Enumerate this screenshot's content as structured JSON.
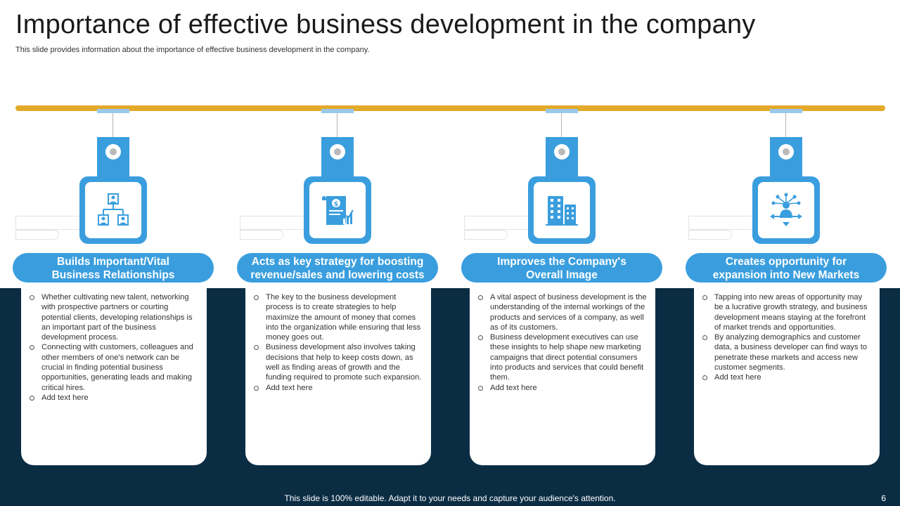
{
  "slide": {
    "title": "Importance of effective business development in the company",
    "subtitle": "This slide provides information about the importance of effective business development in the company.",
    "footer": "This slide is 100% editable. Adapt it to your needs and capture your audience's attention.",
    "page_number": "6"
  },
  "colors": {
    "accent_blue": "#3a9ede",
    "rail_gold": "#e2a92a",
    "navy_band": "#0b2d44"
  },
  "columns": [
    {
      "icon": "org-chart-icon",
      "heading_line1": "Builds Important/Vital",
      "heading_line2": "Business Relationships",
      "bullets": [
        "Whether cultivating new talent, networking with prospective partners or courting potential clients, developing relationships is an important part of the business development process.",
        "Connecting with customers, colleagues and other members of one's network can be crucial in finding potential business opportunities, generating leads and making critical hires.",
        "Add text here"
      ]
    },
    {
      "icon": "revenue-document-icon",
      "heading_line1": "Acts as key strategy for boosting",
      "heading_line2": "revenue/sales and lowering costs",
      "bullets": [
        "The key to the business development process is to create strategies to help maximize the amount of money that comes into the organization while ensuring that less money goes out.",
        "Business development also involves taking decisions that help to keep costs down, as well as finding areas of growth and the funding required to promote such expansion.",
        "Add text here"
      ]
    },
    {
      "icon": "office-building-icon",
      "heading_line1": "Improves the Company's",
      "heading_line2": "Overall Image",
      "bullets": [
        "A vital aspect of business development is the understanding of the internal workings of the products and services of a company, as well as of its customers.",
        "Business development executives can use these insights to help shape new marketing campaigns that direct potential consumers into products and services that could benefit them.",
        "Add text here"
      ]
    },
    {
      "icon": "expansion-network-icon",
      "heading_line1": "Creates opportunity for",
      "heading_line2": "expansion into New Markets",
      "bullets": [
        "Tapping into new areas of opportunity may be a lucrative growth strategy, and business development means staying at the forefront of market trends and opportunities.",
        "By analyzing demographics and customer data, a business developer can find ways to penetrate these markets and access new customer segments.",
        "Add text here"
      ]
    }
  ]
}
